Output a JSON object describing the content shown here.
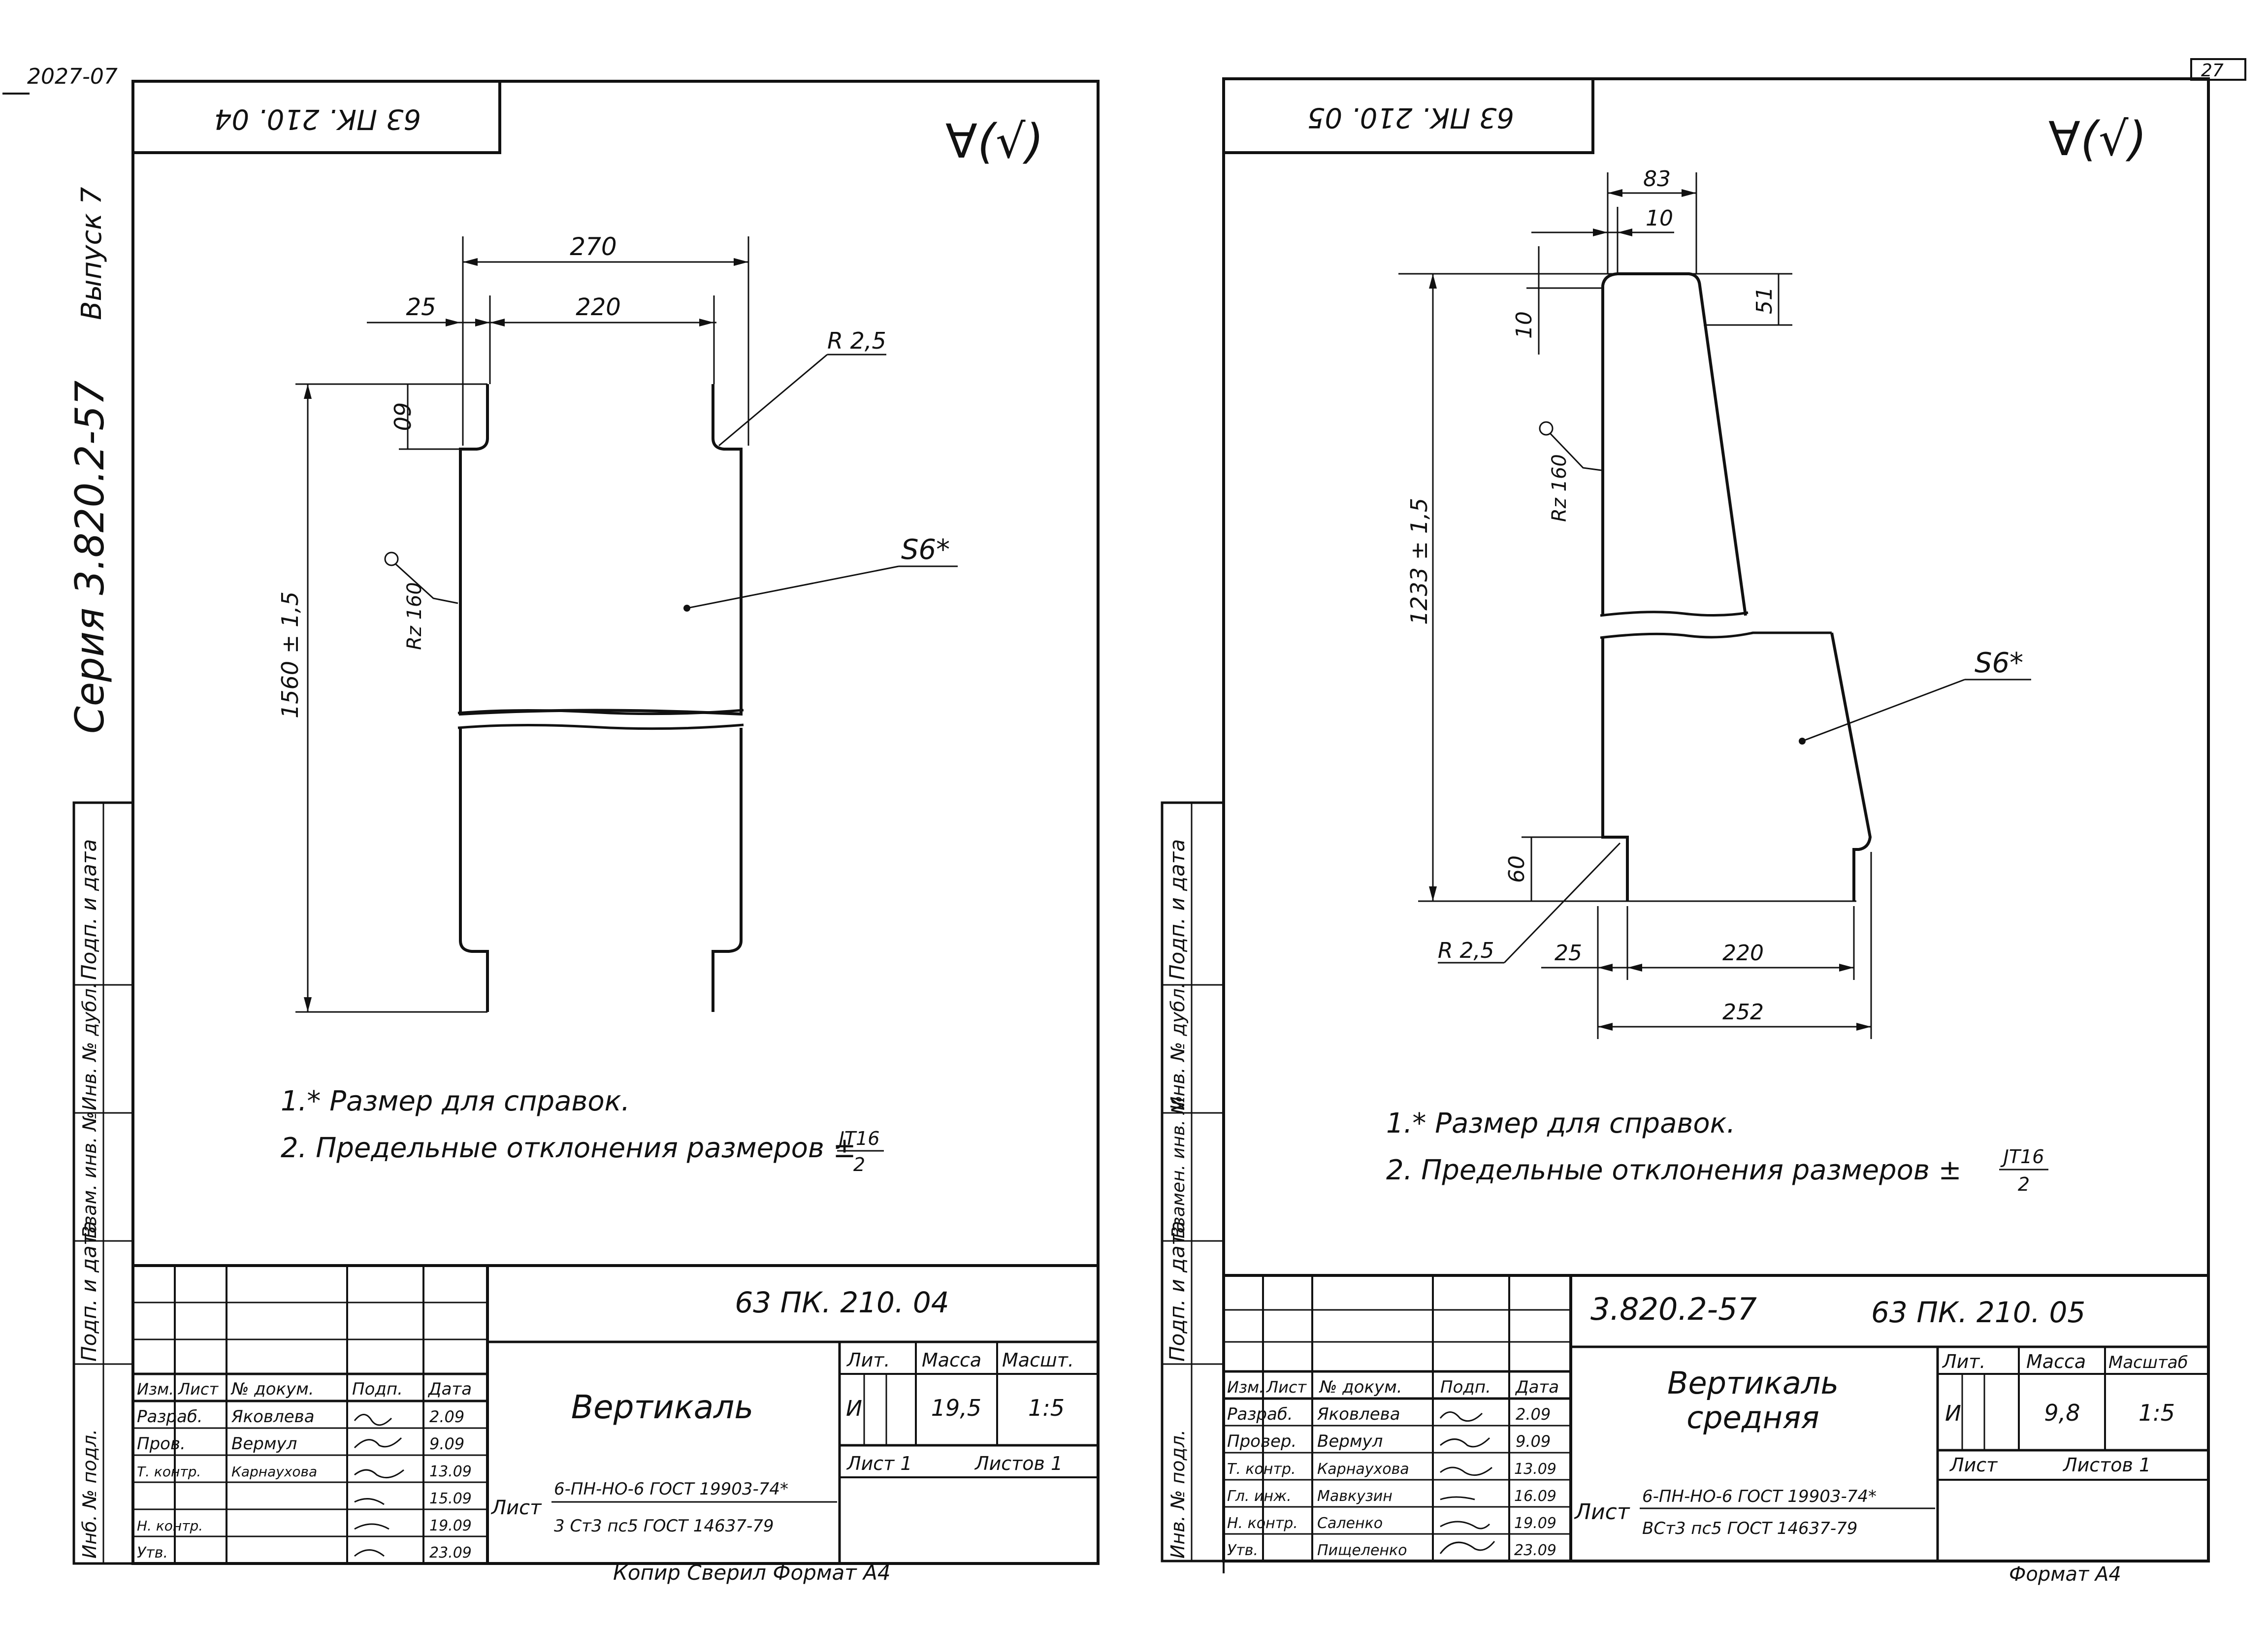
{
  "page": {
    "top_left_number": "2027-07",
    "top_right_number": "27",
    "series_text": "Серия 3.820.2-57",
    "issue_text": "Выпуск 7",
    "left_strip_labels": [
      "Инб. № подл.",
      "Подп. и дата",
      "Взам. инв. №",
      "Инв. № дубл.",
      "Подп. и дата"
    ],
    "right_strip_labels": [
      "Инв. № подл.",
      "Подп. и дата",
      "Взамен. инв. №",
      "Инв. № дубл.",
      "Подп. и дата"
    ],
    "footer_left": "Копир     Сверил     Формат А4",
    "footer_right": "Формат А4"
  },
  "left_sheet": {
    "stamp_code": "63 ПК. 210. 04",
    "roughness": "∀(√)",
    "dims": {
      "total_width": "270",
      "inner_width": "220",
      "notch": "25",
      "notch_height": "60",
      "height": "1560 ± 1,5",
      "radius": "R 2,5",
      "roughness": "Rz 160",
      "thickness": "S6*"
    },
    "notes": [
      "1.* Размер для справок.",
      "2. Предельные отклонения размеров ±"
    ],
    "tolerance_num": "JT16",
    "tolerance_den": "2",
    "title_block": {
      "doc_code": "63 ПК. 210. 04",
      "name": "Вертикаль",
      "lit_header": "Лит.",
      "mass_header": "Масса",
      "scale_header": "Масшт.",
      "lit_value": "И",
      "mass_value": "19,5",
      "scale_value": "1:5",
      "sheet_label": "Лист   1",
      "sheets_label": "Листов 1",
      "material_label": "Лист",
      "material_top": "6-ПН-НО-6 ГОСТ 19903-74*",
      "material_bottom": "3 Ст3 пс5 ГОСТ 14637-79",
      "col_headers": [
        "Изм.",
        "Лист",
        "№ докум.",
        "Подп.",
        "Дата"
      ],
      "rows": [
        {
          "role": "Разраб.",
          "name": "Яковлева",
          "date": "2.09"
        },
        {
          "role": "Пров.",
          "name": "Вермул",
          "date": "9.09"
        },
        {
          "role": "Т. контр.",
          "name": "Карнаухова",
          "date": "13.09"
        },
        {
          "role": "",
          "name": "",
          "date": "15.09"
        },
        {
          "role": "Н. контр.",
          "name": "",
          "date": "19.09"
        },
        {
          "role": "Утв.",
          "name": "",
          "date": "23.09"
        }
      ]
    }
  },
  "right_sheet": {
    "stamp_code": "63 ПК. 210. 05",
    "roughness": "∀(√)",
    "dims": {
      "top_width": "83",
      "top_offset": "10",
      "left_top": "10",
      "right_drop": "51",
      "height": "1233 ± 1,5",
      "roughness": "Rz 160",
      "thickness": "S6*",
      "notch_height": "60",
      "radius": "R 2,5",
      "notch": "25",
      "inner_width": "220",
      "total_width": "252"
    },
    "notes": [
      "1.* Размер для справок.",
      "2. Предельные отклонения размеров ±"
    ],
    "tolerance_num": "JT16",
    "tolerance_den": "2",
    "title_block": {
      "series_code": "3.820.2-57",
      "doc_code": "63 ПК. 210. 05",
      "name_line1": "Вертикаль",
      "name_line2": "средняя",
      "lit_header": "Лит.",
      "mass_header": "Масса",
      "scale_header": "Масштаб",
      "lit_value": "И",
      "mass_value": "9,8",
      "scale_value": "1:5",
      "sheet_label": "Лист",
      "sheets_label": "Листов 1",
      "material_label": "Лист",
      "material_top": "6-ПН-НО-6 ГОСТ 19903-74*",
      "material_bottom": "ВСт3 пс5 ГОСТ 14637-79",
      "col_headers": [
        "Изм.",
        "Лист",
        "№ докум.",
        "Подп.",
        "Дата"
      ],
      "rows": [
        {
          "role": "Разраб.",
          "name": "Яковлева",
          "date": "2.09"
        },
        {
          "role": "Провер.",
          "name": "Вермул",
          "date": "9.09"
        },
        {
          "role": "Т. контр.",
          "name": "Карнаухова",
          "date": "13.09"
        },
        {
          "role": "Гл. инж.",
          "name": "Мавкузин",
          "date": "16.09"
        },
        {
          "role": "Н. контр.",
          "name": "Саленко",
          "date": "19.09"
        },
        {
          "role": "Утв.",
          "name": "Пищеленко",
          "date": "23.09"
        }
      ]
    }
  }
}
